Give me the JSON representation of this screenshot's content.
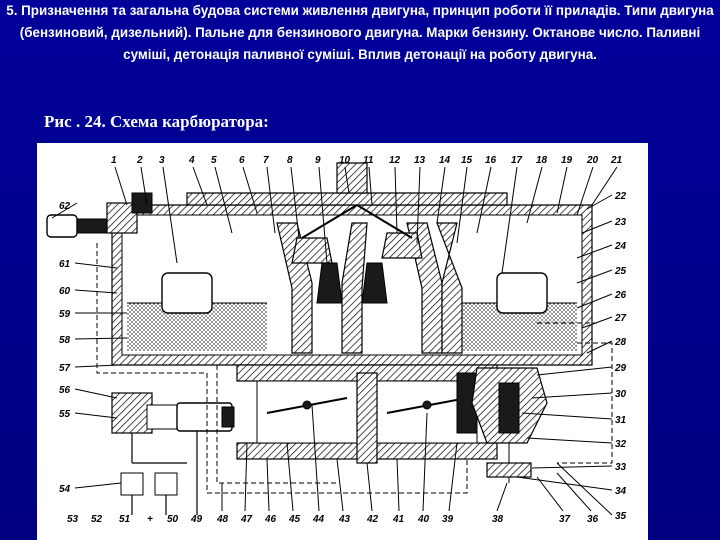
{
  "slide": {
    "title": "5. Призначення та загальна будова системи живлення двигуна, принцип роботи її приладів. Типи двигуна (бензиновий, дизельний). Пальне для бензинового двигуна. Марки бензину. Октанове число. Паливні суміші, детонація паливної суміші. Вплив детонації на роботу двигуна.",
    "caption": "Рис . 24. Схема карбюратора:"
  },
  "diagram": {
    "top_labels": [
      "1",
      "2",
      "3",
      "4",
      "5",
      "6",
      "7",
      "8",
      "9",
      "10",
      "11",
      "12",
      "13",
      "14",
      "15",
      "16",
      "17",
      "18",
      "19",
      "20",
      "21"
    ],
    "right_labels": [
      "22",
      "23",
      "24",
      "25",
      "26",
      "27",
      "28",
      "29",
      "30",
      "31",
      "32",
      "33",
      "34",
      "35"
    ],
    "bottom_labels": [
      "36",
      "37",
      "38",
      "39",
      "40",
      "41",
      "42",
      "43",
      "44",
      "45",
      "46",
      "47",
      "48",
      "49",
      "50",
      "+",
      "51",
      "52",
      "53"
    ],
    "left_labels": [
      "62",
      "61",
      "60",
      "59",
      "58",
      "57",
      "56",
      "55",
      "54"
    ],
    "colors": {
      "background": "#000080",
      "text": "#ffffff",
      "diagram_bg": "#ffffff",
      "ink": "#000000"
    }
  }
}
